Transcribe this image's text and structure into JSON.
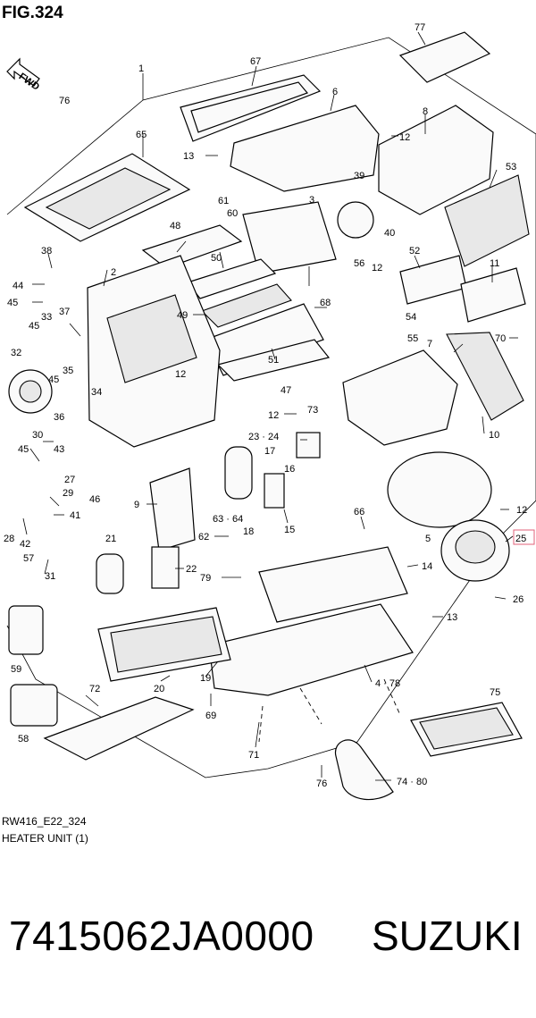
{
  "figure": {
    "title": "FIG.324",
    "fwd_label": "FWD",
    "diagram_code": "RW416_E22_324",
    "diagram_name": "HEATER UNIT (1)"
  },
  "callouts": {
    "c1": "1",
    "c2": "2",
    "c3": "3",
    "c4_78": "4 · 78",
    "c5": "5",
    "c6": "6",
    "c7": "7",
    "c8": "8",
    "c9": "9",
    "c10": "10",
    "c11": "11",
    "c12a": "12",
    "c12b": "12",
    "c12c": "12",
    "c12d": "12",
    "c12e": "12",
    "c13a": "13",
    "c13b": "13",
    "c14": "14",
    "c15": "15",
    "c16": "16",
    "c17": "17",
    "c18": "18",
    "c19": "19",
    "c20": "20",
    "c21": "21",
    "c22": "22",
    "c23_24": "23 · 24",
    "c25": "25",
    "c26": "26",
    "c27": "27",
    "c28": "28",
    "c29": "29",
    "c30": "30",
    "c31": "31",
    "c32": "32",
    "c33": "33",
    "c34": "34",
    "c35": "35",
    "c36": "36",
    "c37": "37",
    "c38": "38",
    "c39": "39",
    "c40": "40",
    "c41": "41",
    "c42": "42",
    "c43": "43",
    "c44": "44",
    "c45a": "45",
    "c45b": "45",
    "c45c": "45",
    "c45d": "45",
    "c46": "46",
    "c47": "47",
    "c48": "48",
    "c49": "49",
    "c50": "50",
    "c51": "51",
    "c52": "52",
    "c53": "53",
    "c54": "54",
    "c55": "55",
    "c56": "56",
    "c57": "57",
    "c58": "58",
    "c59": "59",
    "c60": "60",
    "c61": "61",
    "c62": "62",
    "c63_64": "63 · 64",
    "c65": "65",
    "c66": "66",
    "c67": "67",
    "c68": "68",
    "c69": "69",
    "c70": "70",
    "c71": "71",
    "c72": "72",
    "c73": "73",
    "c74_80": "74 · 80",
    "c75": "75",
    "c76a": "76",
    "c76b": "76",
    "c77": "77",
    "c79": "79"
  },
  "highlight_color": "#e0607a",
  "footer": {
    "part_number": "7415062JA0000",
    "brand": "SUZUKI"
  }
}
